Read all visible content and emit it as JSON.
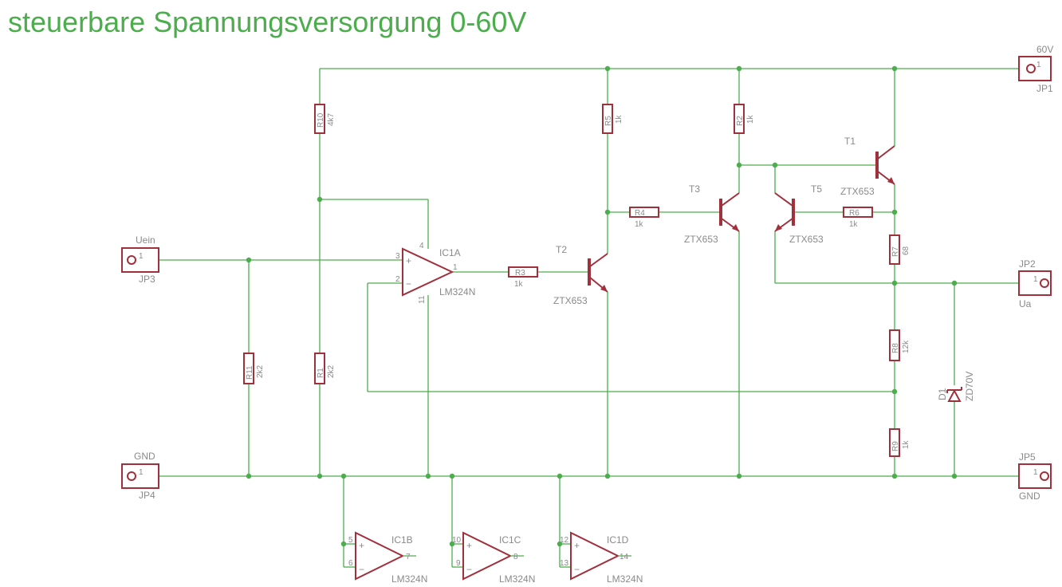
{
  "title": "steuerbare Spannungsversorgung 0-60V",
  "colors": {
    "wire": "#4cad4c",
    "component": "#a0303c",
    "label": "#8a8a8a",
    "title": "#4cad4c"
  },
  "connectors": {
    "JP1": {
      "name": "JP1",
      "label": "60V",
      "pin": "1"
    },
    "JP2": {
      "name": "JP2",
      "label": "Ua",
      "pin": "1"
    },
    "JP3": {
      "name": "JP3",
      "label": "Uein",
      "pin": "1"
    },
    "JP4": {
      "name": "JP4",
      "label": "GND",
      "pin": "1"
    },
    "JP5": {
      "name": "JP5",
      "label": "GND",
      "pin": "1"
    }
  },
  "resistors": {
    "R1": {
      "name": "R1",
      "value": "2k2"
    },
    "R2": {
      "name": "R2",
      "value": "1k"
    },
    "R3": {
      "name": "R3",
      "value": "1k"
    },
    "R4": {
      "name": "R4",
      "value": "1k"
    },
    "R5": {
      "name": "R5",
      "value": "1k"
    },
    "R6": {
      "name": "R6",
      "value": "1k"
    },
    "R7": {
      "name": "R7",
      "value": "68"
    },
    "R8": {
      "name": "R8",
      "value": "12k"
    },
    "R9": {
      "name": "R9",
      "value": "1k"
    },
    "R10": {
      "name": "R10",
      "value": "4k7"
    },
    "R11": {
      "name": "R11",
      "value": "2k2"
    }
  },
  "transistors": {
    "T1": {
      "name": "T1",
      "value": "ZTX653"
    },
    "T2": {
      "name": "T2",
      "value": "ZTX653"
    },
    "T3": {
      "name": "T3",
      "value": "ZTX653"
    },
    "T5": {
      "name": "T5",
      "value": "ZTX653"
    }
  },
  "diode": {
    "name": "D1",
    "value": "ZD70V"
  },
  "opamps": {
    "IC1A": {
      "name": "IC1A",
      "value": "LM324N",
      "pin_plus": "3",
      "pin_minus": "2",
      "pin_out": "1",
      "pin_vcc": "4",
      "pin_gnd": "11"
    },
    "IC1B": {
      "name": "IC1B",
      "value": "LM324N",
      "pin_plus": "5",
      "pin_minus": "6",
      "pin_out": "7"
    },
    "IC1C": {
      "name": "IC1C",
      "value": "LM324N",
      "pin_plus": "10",
      "pin_minus": "9",
      "pin_out": "8"
    },
    "IC1D": {
      "name": "IC1D",
      "value": "LM324N",
      "pin_plus": "12",
      "pin_minus": "13",
      "pin_out": "14"
    }
  },
  "symbols": {
    "plus": "+",
    "minus": "−"
  }
}
